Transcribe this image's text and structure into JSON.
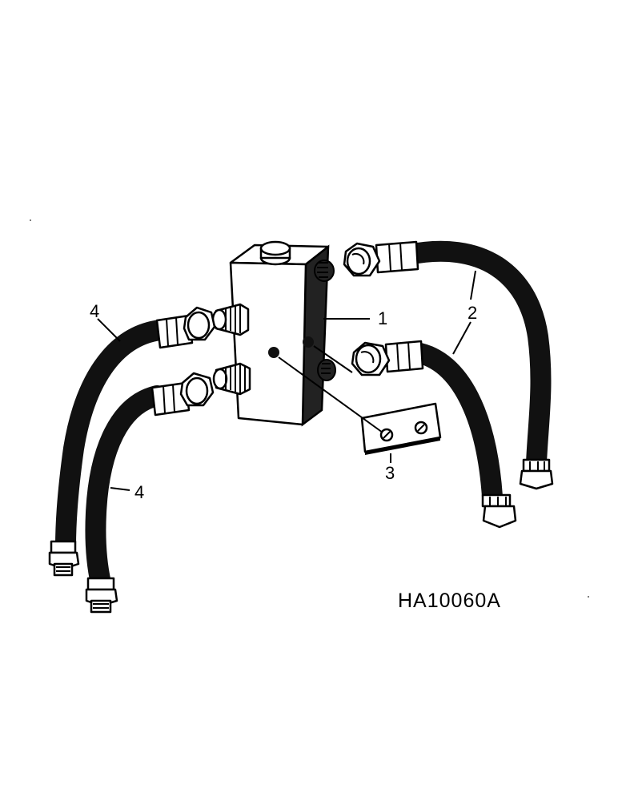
{
  "figure_code": "HA10060A",
  "callouts": [
    {
      "id": "1",
      "label": "1"
    },
    {
      "id": "2",
      "label": "2"
    },
    {
      "id": "3",
      "label": "3"
    },
    {
      "id": "4a",
      "label": "4"
    },
    {
      "id": "4b",
      "label": "4"
    }
  ],
  "colors": {
    "ink": "#000000",
    "paper": "#ffffff",
    "hose": "#111111"
  }
}
